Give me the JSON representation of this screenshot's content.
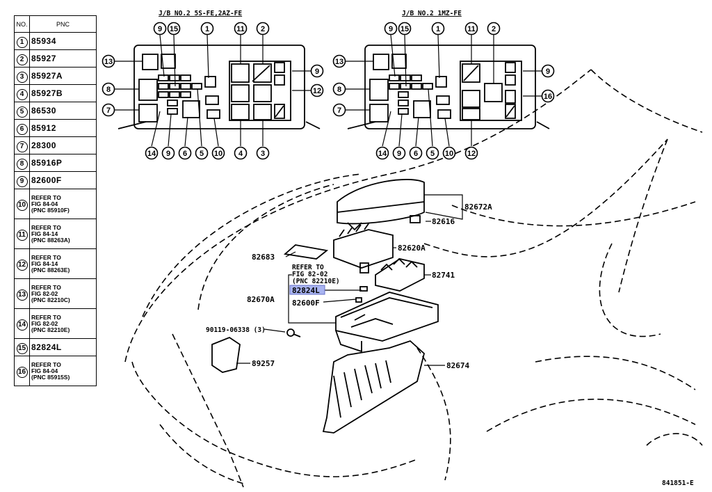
{
  "legend": {
    "header_no": "NO.",
    "header_pnc": "PNC",
    "rows": [
      {
        "no": "1",
        "pnc": "85934"
      },
      {
        "no": "2",
        "pnc": "85927"
      },
      {
        "no": "3",
        "pnc": "85927A"
      },
      {
        "no": "4",
        "pnc": "85927B"
      },
      {
        "no": "5",
        "pnc": "86530"
      },
      {
        "no": "6",
        "pnc": "85912"
      },
      {
        "no": "7",
        "pnc": "28300"
      },
      {
        "no": "8",
        "pnc": "85916P"
      },
      {
        "no": "9",
        "pnc": "82600F"
      },
      {
        "no": "10",
        "lines": [
          "REFER TO",
          "FIG 84-04",
          "(PNC 85910F)"
        ]
      },
      {
        "no": "11",
        "lines": [
          "REFER TO",
          "FIG 84-14",
          "(PNC 88263A)"
        ]
      },
      {
        "no": "12",
        "lines": [
          "REFER TO",
          "FIG 84-14",
          "(PNC 88263E)"
        ]
      },
      {
        "no": "13",
        "lines": [
          "REFER TO",
          "FIG 82-02",
          "(PNC 82210C)"
        ]
      },
      {
        "no": "14",
        "lines": [
          "REFER TO",
          "FIG 82-02",
          "(PNC 82210E)"
        ]
      },
      {
        "no": "15",
        "pnc": "82824L"
      },
      {
        "no": "16",
        "lines": [
          "REFER TO",
          "FIG 84-04",
          "(PNC 85915S)"
        ]
      }
    ]
  },
  "jb_left": {
    "title": "J/B NO.2  5S-FE,2AZ-FE",
    "top_callouts": [
      "9",
      "15",
      "1",
      "11",
      "2"
    ],
    "left_callouts": [
      "13",
      "8",
      "7"
    ],
    "right_callouts": [
      "9",
      "12"
    ],
    "bottom_callouts": [
      "14",
      "9",
      "6",
      "5",
      "10",
      "4",
      "3"
    ]
  },
  "jb_right": {
    "title": "J/B NO.2  1MZ-FE",
    "top_callouts": [
      "9",
      "15",
      "1",
      "11",
      "2"
    ],
    "left_callouts": [
      "13",
      "8",
      "7"
    ],
    "right_callouts": [
      "9",
      "16"
    ],
    "bottom_callouts": [
      "14",
      "9",
      "6",
      "5",
      "10",
      "12"
    ]
  },
  "parts": {
    "p82672A": "82672A",
    "p82616": "82616",
    "p82620A": "82620A",
    "p82683": "82683",
    "p82741": "82741",
    "refer1": "REFER TO",
    "refer2": "FIG 82-02",
    "refer3": "(PNC 82210E)",
    "p82824L": "82824L",
    "p82670A": "82670A",
    "p82600F": "82600F",
    "p90119": "90119-06338 (3)",
    "p89257": "89257",
    "p82674": "82674"
  },
  "colors": {
    "highlight": "#a9b4f0"
  },
  "footer_code": "841851-E"
}
